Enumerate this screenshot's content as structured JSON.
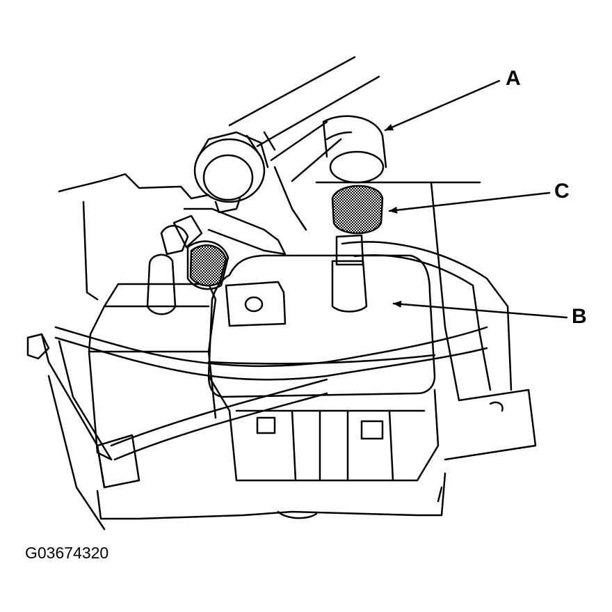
{
  "labels": {
    "a": "A",
    "b": "B",
    "c": "C"
  },
  "figure_code": "G03674320",
  "colors": {
    "ink": "#000000",
    "paper": "#ffffff",
    "mesh": "#7a7a7a"
  }
}
